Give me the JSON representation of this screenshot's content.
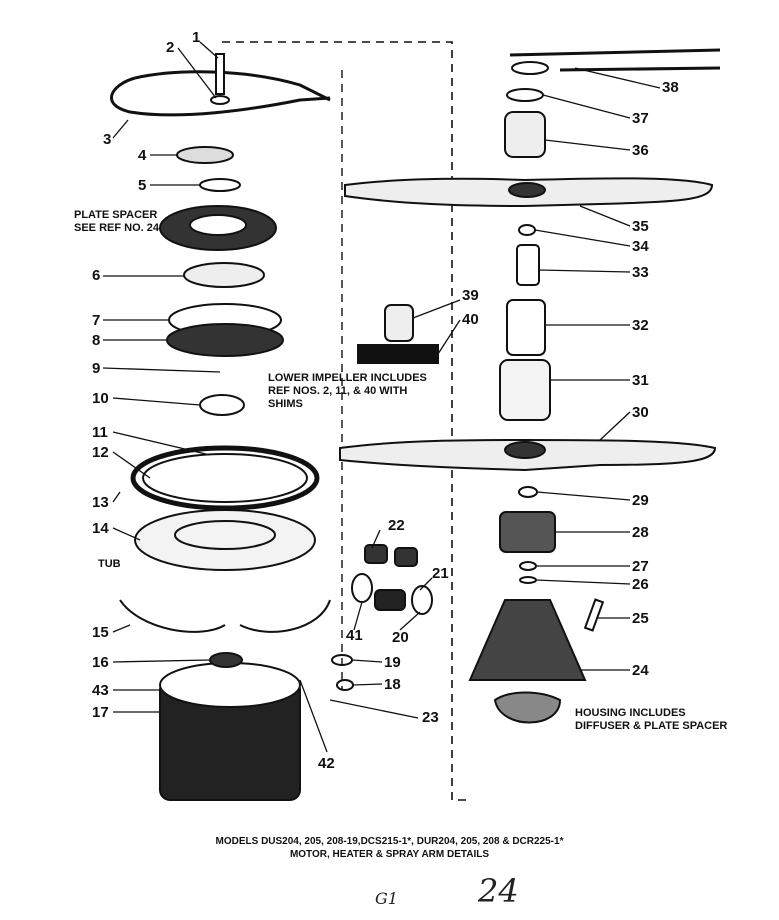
{
  "labels": {
    "n1": "1",
    "n2": "2",
    "n3": "3",
    "n4": "4",
    "n5": "5",
    "n6": "6",
    "n7": "7",
    "n8": "8",
    "n9": "9",
    "n10": "10",
    "n11": "11",
    "n12": "12",
    "n13": "13",
    "n14": "14",
    "n15": "15",
    "n16": "16",
    "n17": "17",
    "n18": "18",
    "n19": "19",
    "n20": "20",
    "n21": "21",
    "n22": "22",
    "n23": "23",
    "n24": "24",
    "n25": "25",
    "n26": "26",
    "n27": "27",
    "n28": "28",
    "n29": "29",
    "n30": "30",
    "n31": "31",
    "n32": "32",
    "n33": "33",
    "n34": "34",
    "n35": "35",
    "n36": "36",
    "n37": "37",
    "n38": "38",
    "n39": "39",
    "n40": "40",
    "n41": "41",
    "n42": "42",
    "n43": "43"
  },
  "notes": {
    "plate_spacer_1": "PLATE SPACER",
    "plate_spacer_2": "SEE REF NO. 24",
    "tub": "TUB",
    "impeller_1": "LOWER IMPELLER INCLUDES",
    "impeller_2": "REF NOS. 2, 11, & 40 WITH",
    "impeller_3": "SHIMS",
    "housing_1": "HOUSING INCLUDES",
    "housing_2": "DIFFUSER & PLATE SPACER"
  },
  "caption": {
    "line1": "MODELS DUS204, 205, 208-19,DCS215-1*, DUR204, 205, 208 & DCR225-1*",
    "line2": "MOTOR, HEATER & SPRAY ARM DETAILS"
  },
  "handwriting": {
    "page": "G1",
    "mark": "24"
  }
}
